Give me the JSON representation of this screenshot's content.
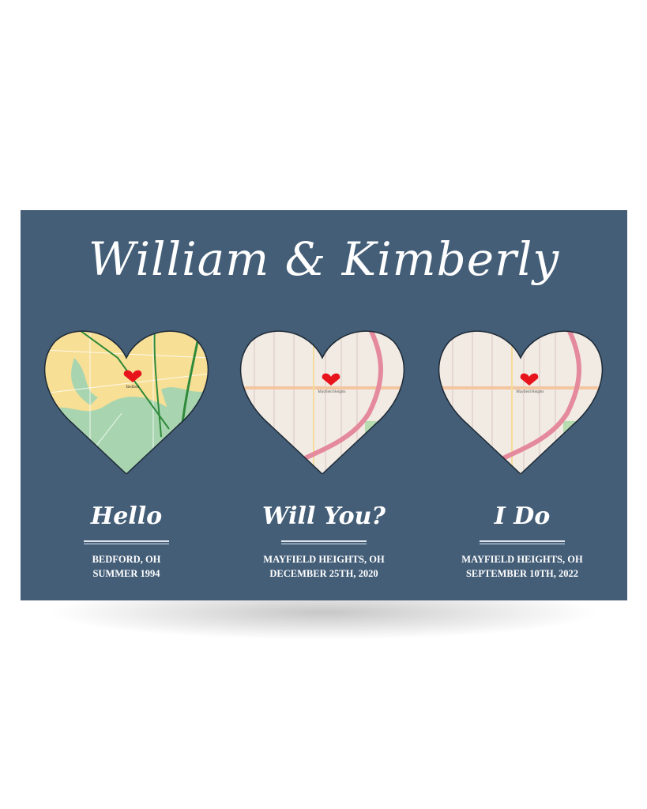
{
  "title": "William & Kimberly",
  "panels": [
    {
      "heading": "Hello",
      "place": "BEDFORD, OH",
      "date": "SUMMER 1994",
      "map_label": "Bedford",
      "map_style": "yellow-green"
    },
    {
      "heading": "Will You?",
      "place": "MAYFIELD HEIGHTS, OH",
      "date": "DECEMBER 25TH, 2020",
      "map_label": "Mayfield Heights",
      "map_style": "street"
    },
    {
      "heading": "I Do",
      "place": "MAYFIELD HEIGHTS, OH",
      "date": "SEPTEMBER 10TH, 2022",
      "map_label": "Mayfield Heights",
      "map_style": "street"
    }
  ],
  "colors": {
    "background": "#445e78",
    "text": "#ffffff",
    "pin": "#e8141c"
  }
}
